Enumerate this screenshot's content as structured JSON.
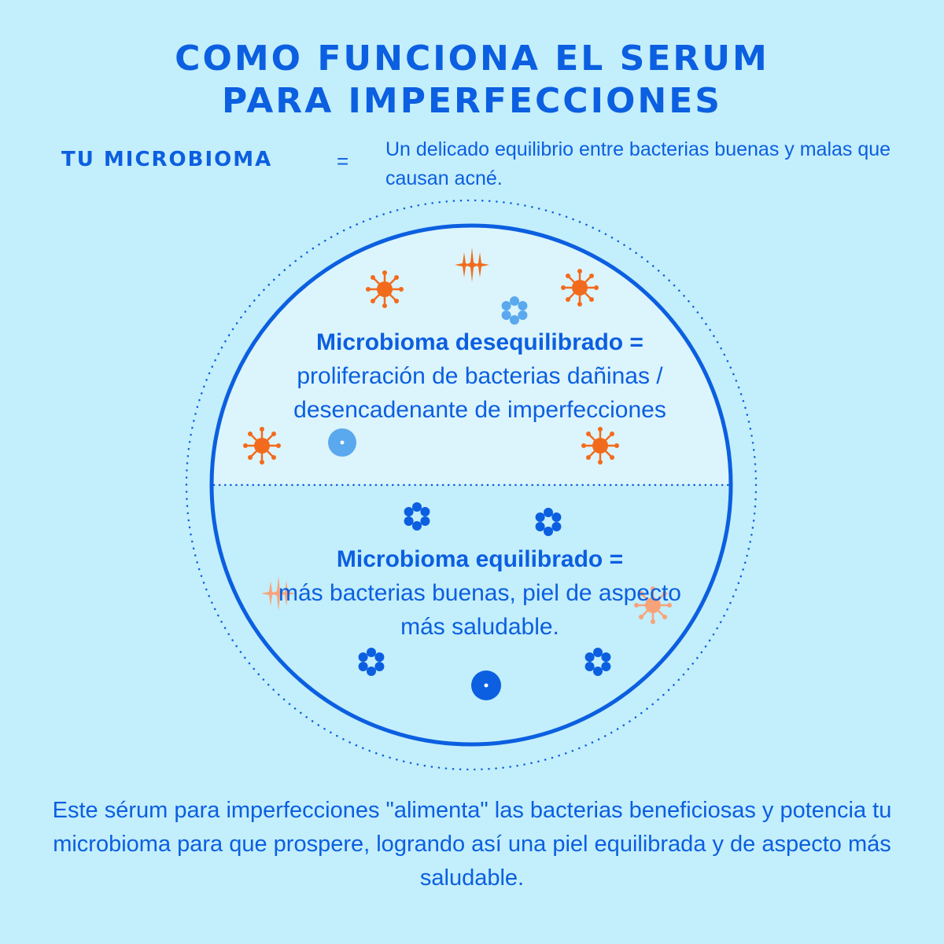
{
  "title": {
    "line1": "COMO FUNCIONA EL SERUM",
    "line2": "PARA IMPERFECCIONES"
  },
  "microbioma": {
    "label": "TU MICROBIOMA",
    "equals": "=",
    "description": "Un delicado equilibrio entre bacterias buenas y malas que causan acné."
  },
  "unbalanced": {
    "heading": "Microbioma desequilibrado =",
    "body": "proliferación de bacterias dañinas / desencadenante de imperfecciones"
  },
  "balanced": {
    "heading": "Microbioma equilibrado =",
    "body": "más bacterias buenas, piel de aspecto más saludable."
  },
  "footer": {
    "text": "Este sérum para imperfecciones \"alimenta\" las bacterias beneficiosas y potencia tu microbioma para que prospere, logrando así una piel equilibrada y de aspecto más saludable."
  },
  "colors": {
    "background": "#c3eefb",
    "primary_blue": "#0b5fe0",
    "light_blue": "#5aa8ee",
    "orange": "#f26b1d",
    "faded_orange": "#f7a37a",
    "upper_half_fill": "#dcf4fb"
  },
  "icons": {
    "bad_bacteria": "orange-virus-icon",
    "sparkle": "orange-sparkle-icon",
    "good_bacteria": "blue-flower-icon",
    "good_cell": "blue-dot-cell-icon"
  }
}
